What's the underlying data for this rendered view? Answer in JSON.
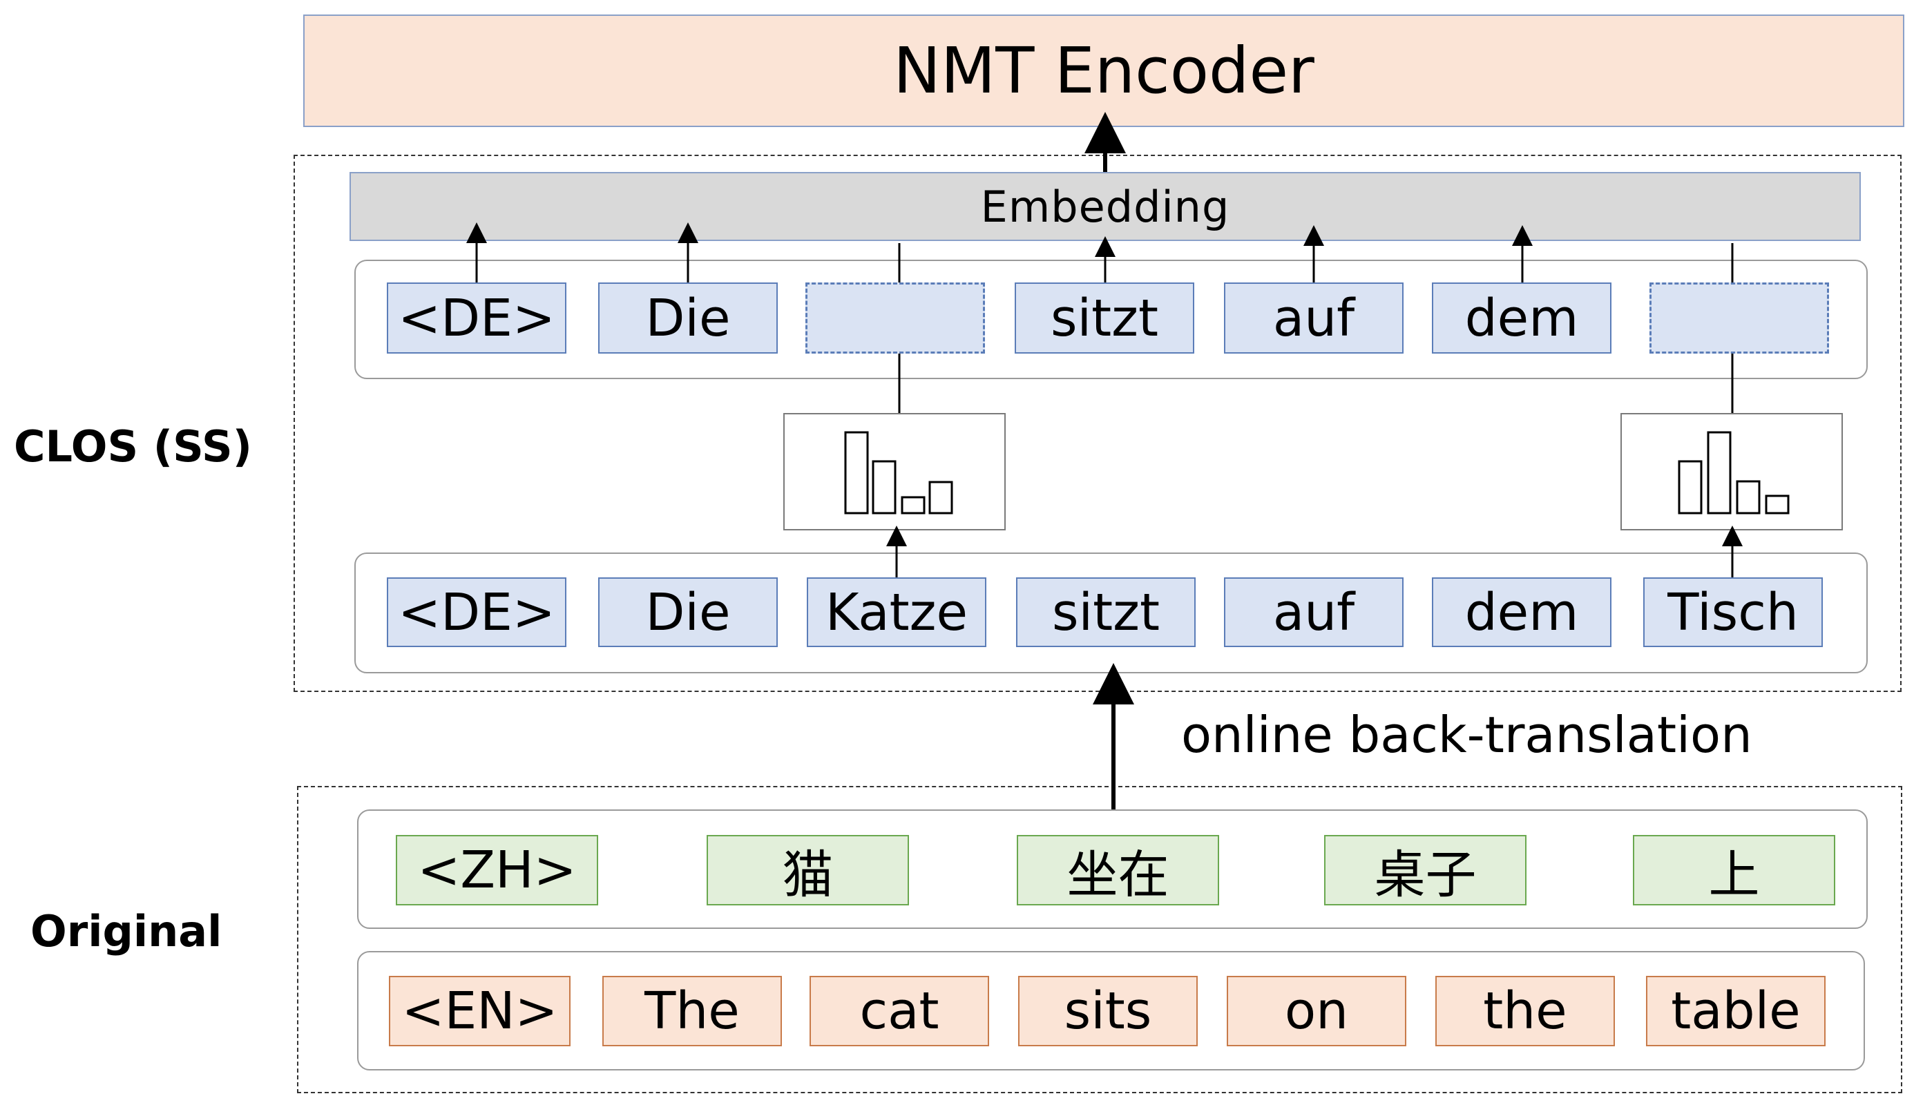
{
  "encoder": {
    "label": "NMT Encoder"
  },
  "embedding": {
    "label": "Embedding"
  },
  "side_labels": {
    "clos": "CLOS (SS)",
    "original": "Original"
  },
  "caption": "online back-translation",
  "mixed_row": [
    "<DE>",
    "Die",
    "",
    "sitzt",
    "auf",
    "dem",
    ""
  ],
  "german_row": [
    "<DE>",
    "Die",
    "Katze",
    "sitzt",
    "auf",
    "dem",
    "Tisch"
  ],
  "chinese_row": [
    "<ZH>",
    "猫",
    "坐在",
    "桌子",
    "上"
  ],
  "english_row": [
    "<EN>",
    "The",
    "cat",
    "sits",
    "on",
    "the",
    "table"
  ],
  "colors": {
    "blue_token": "#dae3f3",
    "green_token": "#e2efda",
    "orange_token": "#fbe4d6",
    "embedding": "#d9d9d9"
  }
}
